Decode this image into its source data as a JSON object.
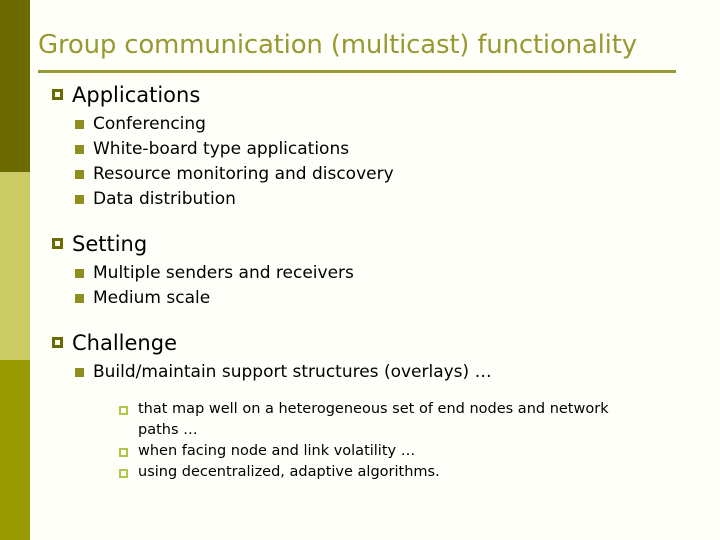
{
  "slide": {
    "title": "Group communication (multicast) functionality",
    "theme": {
      "background": "#fffffa",
      "title_color": "#999933",
      "rule_color": "#999933",
      "text_color": "#000000",
      "bullet_level1_color": "#6b6b00",
      "bullet_level2_color": "#8f8f1e",
      "bullet_level3_color": "#b5c44a",
      "sidebar_band_top_color": "#6b6b00",
      "sidebar_band_middle_color": "#cccc66",
      "sidebar_band_bottom_color": "#999900"
    },
    "sidebar": {
      "bands": [
        {
          "name": "band-top",
          "color": "#6b6b00"
        },
        {
          "name": "band-middle",
          "color": "#cccc66"
        },
        {
          "name": "band-bottom",
          "color": "#999900"
        }
      ]
    },
    "sections": [
      {
        "heading": "Applications",
        "bullet": "hollow-square-bullet",
        "items": [
          {
            "text": "Conferencing",
            "bullet": "filled-square-bullet"
          },
          {
            "text": "White-board type applications",
            "bullet": "filled-square-bullet"
          },
          {
            "text": "Resource monitoring and discovery",
            "bullet": "filled-square-bullet"
          },
          {
            "text": "Data distribution",
            "bullet": "filled-square-bullet"
          }
        ]
      },
      {
        "heading": "Setting",
        "bullet": "hollow-square-bullet",
        "items": [
          {
            "text": "Multiple senders and receivers",
            "bullet": "filled-square-bullet"
          },
          {
            "text": "Medium scale",
            "bullet": "filled-square-bullet"
          }
        ]
      },
      {
        "heading": "Challenge",
        "bullet": "hollow-square-bullet",
        "items": [
          {
            "text": "Build/maintain support structures (overlays) …",
            "bullet": "filled-square-bullet",
            "subitems": [
              {
                "text": "that map well on a heterogeneous set of end nodes and network paths …",
                "bullet": "small-hollow-square-bullet"
              },
              {
                "text": "when facing node and link volatility …",
                "bullet": "small-hollow-square-bullet"
              },
              {
                "text": "using decentralized, adaptive algorithms.",
                "bullet": "small-hollow-square-bullet"
              }
            ]
          }
        ]
      }
    ]
  }
}
